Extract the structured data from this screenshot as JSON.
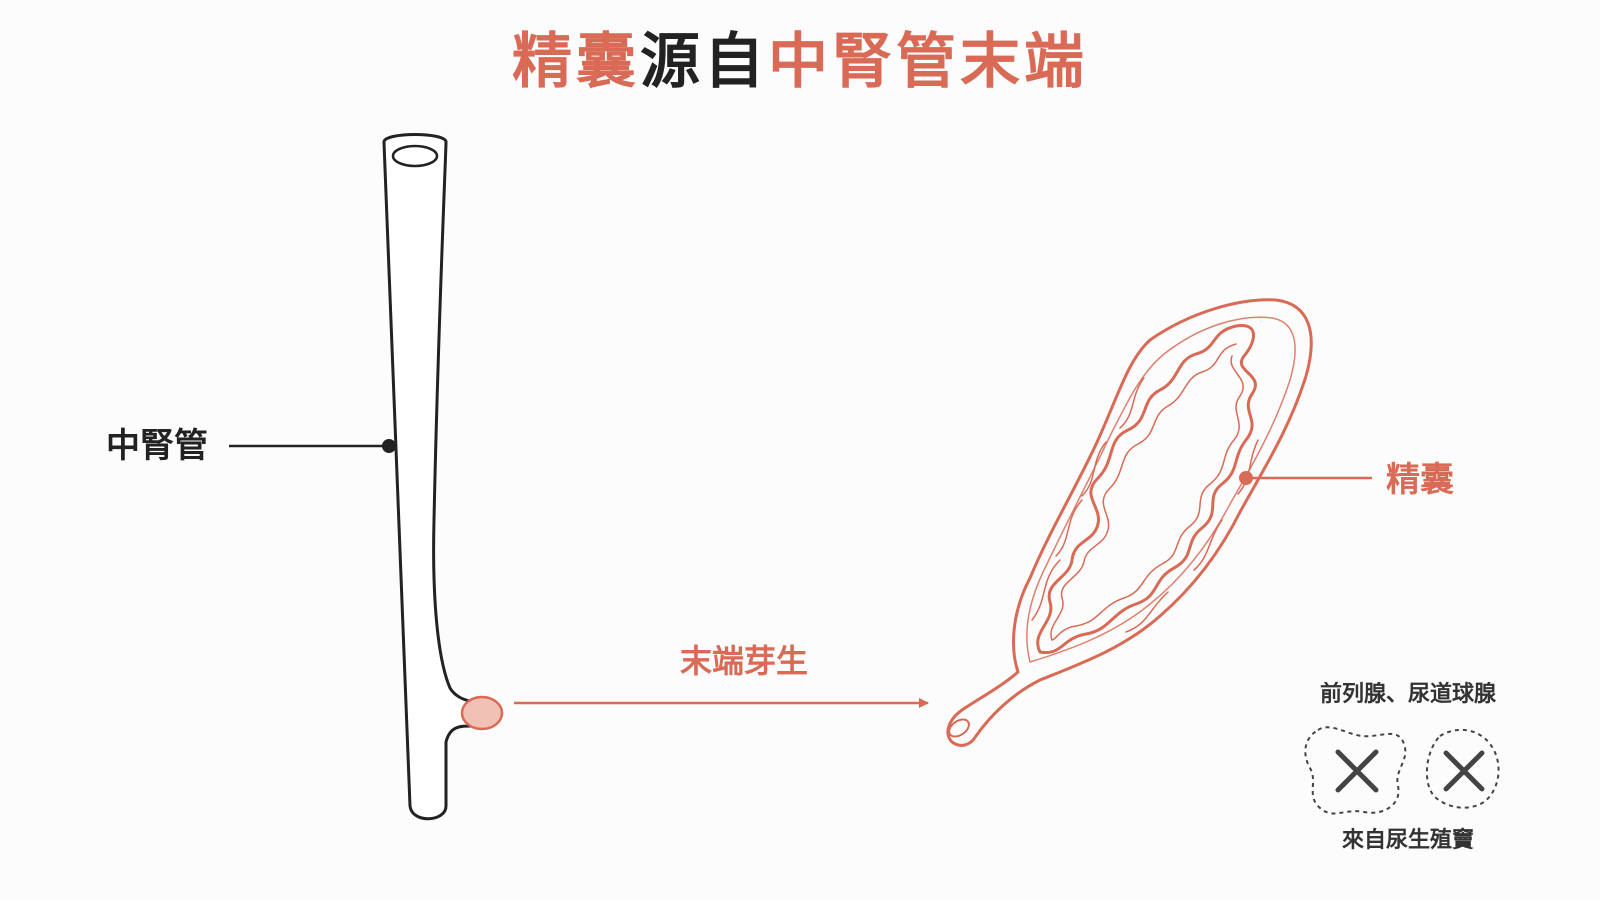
{
  "title": {
    "part1": "精囊",
    "part2": "源自",
    "part3": "中腎管末端"
  },
  "labels": {
    "mesonephric_duct": "中腎管",
    "terminal_budding": "末端芽生",
    "seminal_vesicle": "精囊",
    "other_glands": "前列腺、尿道球腺",
    "urogenital_sinus": "來自尿生殖竇"
  },
  "colors": {
    "accent": "#d96a56",
    "dark": "#222222",
    "bud_fill": "#f1c1b5",
    "gray": "#444444"
  },
  "icons": {
    "excluded_1": "x-mark-icon",
    "excluded_2": "x-mark-icon"
  }
}
